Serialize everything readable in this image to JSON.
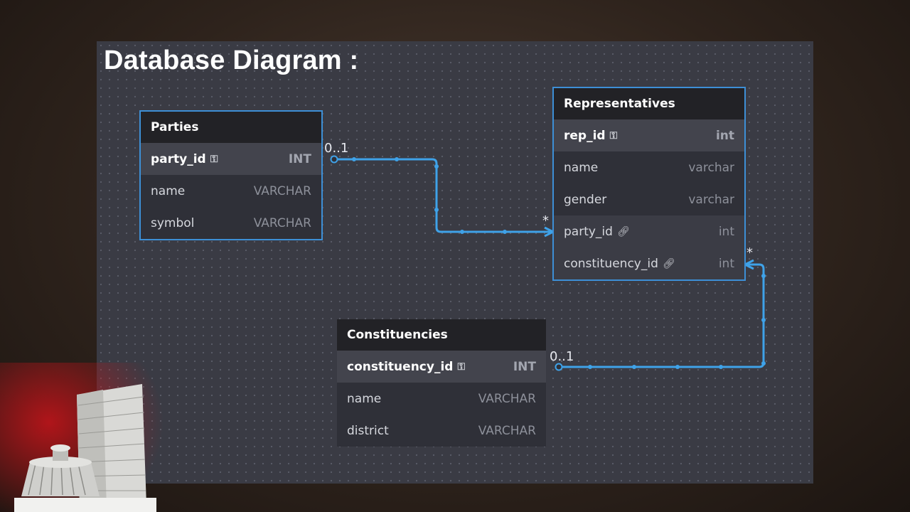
{
  "title": "Database Diagram :",
  "tables": {
    "parties": {
      "name": "Parties",
      "rows": [
        {
          "field": "party_id",
          "type": "INT"
        },
        {
          "field": "name",
          "type": "VARCHAR"
        },
        {
          "field": "symbol",
          "type": "VARCHAR"
        }
      ]
    },
    "representatives": {
      "name": "Representatives",
      "rows": [
        {
          "field": "rep_id",
          "type": "int"
        },
        {
          "field": "name",
          "type": "varchar"
        },
        {
          "field": "gender",
          "type": "varchar"
        },
        {
          "field": "party_id",
          "type": "int"
        },
        {
          "field": "constituency_id",
          "type": "int"
        }
      ]
    },
    "constituencies": {
      "name": "Constituencies",
      "rows": [
        {
          "field": "constituency_id",
          "type": "INT"
        },
        {
          "field": "name",
          "type": "VARCHAR"
        },
        {
          "field": "district",
          "type": "VARCHAR"
        }
      ]
    }
  },
  "relations": {
    "parties_card": "0..1",
    "reps_party_card": "*",
    "reps_const_card": "*",
    "const_card": "0..1"
  },
  "icons": {
    "primary_key": "key-icon",
    "foreign_key": "link-icon"
  },
  "colors": {
    "connector": "#3fa2e8",
    "selection": "#3d8fd6"
  }
}
